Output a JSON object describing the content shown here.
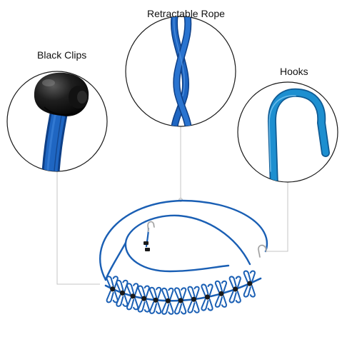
{
  "callouts": {
    "black_clips": "Black Clips",
    "retractable_rope": "Retractable Rope",
    "hooks": "Hooks"
  },
  "colors": {
    "rope_blue": "#1a5fb4",
    "rope_dark": "#0e3f86",
    "hook_blue": "#1d8fd0",
    "clip_black": "#1a1a1a",
    "leader_gray": "#bdbdbd"
  },
  "product": {
    "clip_count": 12
  }
}
